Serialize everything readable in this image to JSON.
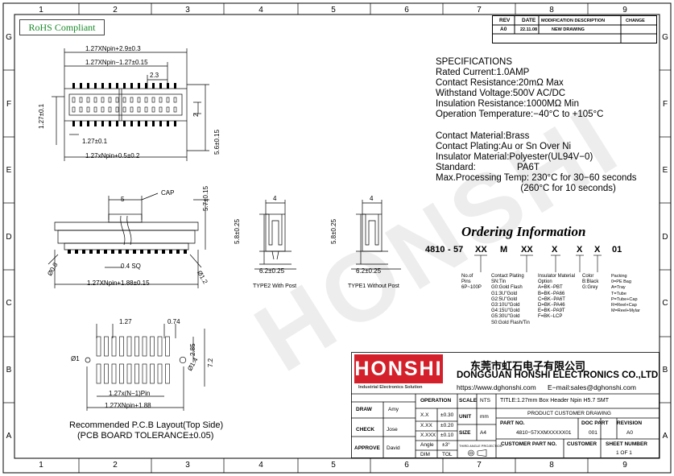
{
  "zones": {
    "cols": [
      "1",
      "2",
      "3",
      "4",
      "5",
      "6",
      "7",
      "8",
      "9"
    ],
    "rows": [
      "G",
      "F",
      "E",
      "D",
      "C",
      "B",
      "A"
    ]
  },
  "rohs": "RoHS Compliant",
  "watermark": "HONSHI",
  "revision_table": {
    "headers": [
      "REV",
      "DATE",
      "MODIFICATION DESCRIPTION",
      "CHANGE"
    ],
    "row": [
      "A0",
      "22.11.08",
      "NEW DRAWING",
      ""
    ]
  },
  "specifications": {
    "title": "SPECIFICATIONS",
    "lines": [
      "Rated Current:1.0AMP",
      "Contact Resistance:20mΩ Max",
      "Withstand Voltage:500V AC/DC",
      "Insulation Resistance:1000MΩ Min",
      "Operation Temperature:−40°C to +105°C",
      "",
      "Contact Material:Brass",
      "Contact Plating:Au or Sn Over Ni",
      "Insulator Material:Polyester(UL94V−0)",
      "Standard:                PA6T",
      "Max.Processing Temp: 230°C for 30−60 seconds",
      "                                 (260°C for 10 seconds)"
    ]
  },
  "ordering": {
    "title": "Ordering Information",
    "code": [
      "4810",
      "-",
      "57",
      "XX",
      "M",
      "XX",
      "X",
      "X",
      "X",
      "01"
    ],
    "pins": [
      "No.of",
      "Pins",
      "6P~100P"
    ],
    "plating": [
      "Contact Plating",
      "SN:Tin",
      "G0:Gold Flash",
      "G1:3U\"Gold",
      "G2:5U\"Gold",
      "G3:10U\"Gold",
      "G4:15U\"Gold",
      "G5:30U\"Gold",
      "S0:Gold Flash/Tin"
    ],
    "insulator": [
      "Insulator Material",
      "Option",
      "A=BK−PBT",
      "B=BK−PA66",
      "C=BK−PA6T",
      "D=BK−PA46",
      "E=BK−PA9T",
      "F=BK−LCP"
    ],
    "color": [
      "Color",
      "B:Black",
      "G:Grey"
    ],
    "packing": [
      "Packing",
      "0=PE Bag",
      "A=Tray",
      "T=Tube",
      "P=Tube+Cap",
      "R=Reel+Cap",
      "M=Reel+Mylar"
    ]
  },
  "dimensions": {
    "top_1": "1.27XNpin+2.9±0.3",
    "top_2": "1.27XNpin−1.27±0.15",
    "top_3": "2.3",
    "top_side_1": "1.27±0.1",
    "top_side_2": "2",
    "top_side_3": "5.6±0.15",
    "top_bottom_1": "1.27±0.1",
    "top_bottom_2": "1.27xNpin+0.5±0.2",
    "front_1": "5",
    "front_cap": "CAP",
    "front_2": "5.7±0.15",
    "front_3": "0.4 SQ",
    "front_4": "1.27XNpin+1.88±0.15",
    "front_5": "Ø0.8",
    "front_6": "Ø1.2",
    "side_a_1": "4",
    "side_a_2": "5.8±0.25",
    "side_a_3": "6.2±0.25",
    "side_a_label": "TYPE2 With Post",
    "side_b_1": "4",
    "side_b_2": "5.8±0.25",
    "side_b_3": "6.2±0.25",
    "side_b_label": "TYPE1 Without Post",
    "pcb_1": "1.27",
    "pcb_2": "0.74",
    "pcb_3": "2.85",
    "pcb_4": "7.2",
    "pcb_5": "Ø1",
    "pcb_6": "Ø1.4",
    "pcb_7": "1.27x(N−1)Pin",
    "pcb_8": "1.27XNpin+1.88"
  },
  "pcb_caption": [
    "Recommended P.C.B Layout(Top Side)",
    "(PCB BOARD TOLERANCE±0.05)"
  ],
  "title_block": {
    "logo": "HONSHI",
    "logo_sub": "Industrial Electronics Solution",
    "company_cn": "东莞市虹石电子有限公司",
    "company_en": "DONGGUAN HONSHI ELECTRONICS CO.,LTD",
    "website": "https://www.dghonshi.com",
    "email": "E−mail:sales@dghonshi.com",
    "draw_label": "DRAW",
    "draw_name": "Amy",
    "check_label": "CHECK",
    "check_name": "Jose",
    "approve_label": "APPROVE",
    "approve_name": "David",
    "operation": "OPERATION",
    "tol_rows": [
      [
        "X.X",
        "±0.30"
      ],
      [
        "X.XX",
        "±0.20"
      ],
      [
        "X.XXX",
        "±0.10"
      ],
      [
        "Angle",
        "±3°"
      ],
      [
        "DIM",
        "TOL"
      ]
    ],
    "scale_label": "SCALE",
    "scale_value": "NTS",
    "unit_label": "UNIT",
    "unit_value": "mm",
    "size_label": "SIZE",
    "size_value": "A4",
    "angle_proj": "THIRD ANGLE PROJECTION",
    "title": "TITLE:1.27mm Box Header Npin H5.7 SMT",
    "drawing_type": "PRODUCT CUSTOMER DRAWING",
    "part_no_label": "PART NO.",
    "part_no": "4810−57XXMXXXXX01",
    "doc_part_label": "DOC PART",
    "doc_part": "001",
    "revision_label": "REVISION",
    "revision": "A0",
    "customer_part_label": "CUSTOMER PART NO.",
    "customer_label": "CUSTOMER",
    "sheet_label": "SHEET NUMBER",
    "sheet": "1 OF 1"
  }
}
